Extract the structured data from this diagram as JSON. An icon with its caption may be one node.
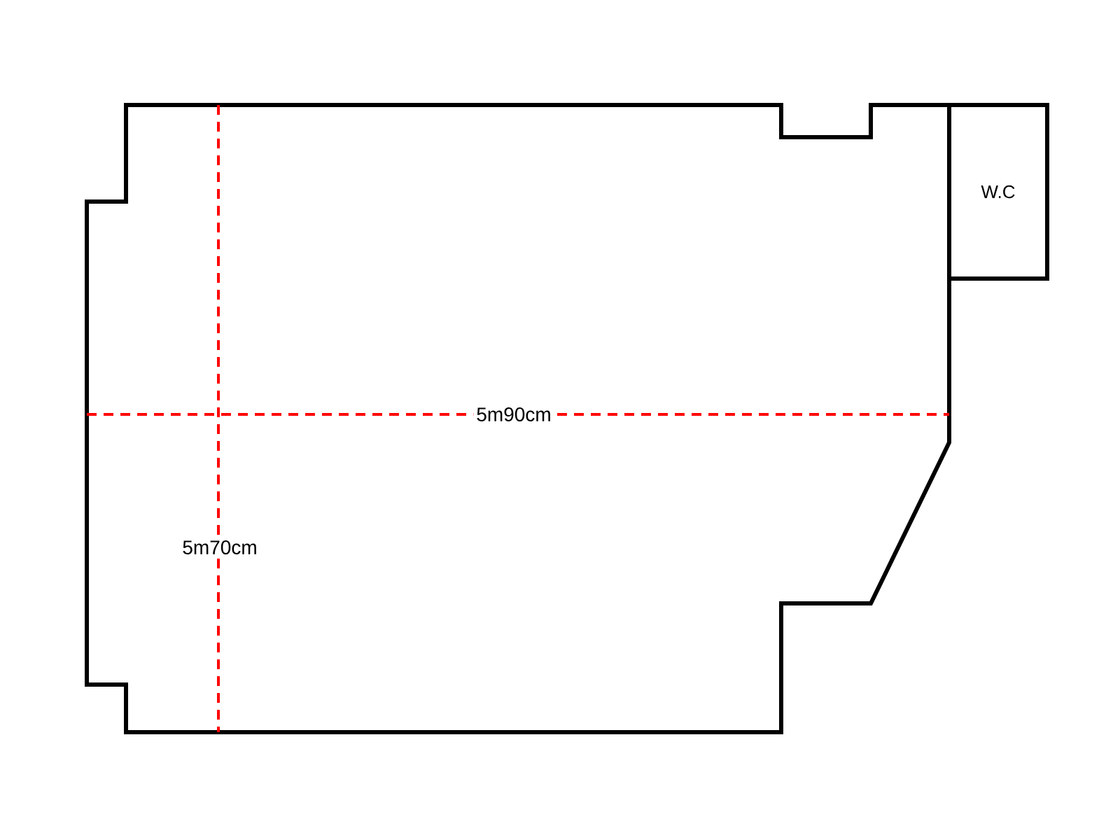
{
  "diagram": {
    "nodes": [
      {
        "text": [
          "W.C"
        ]
      }
    ],
    "labels": [
      "5m90cm",
      "5m70cm"
    ]
  }
}
